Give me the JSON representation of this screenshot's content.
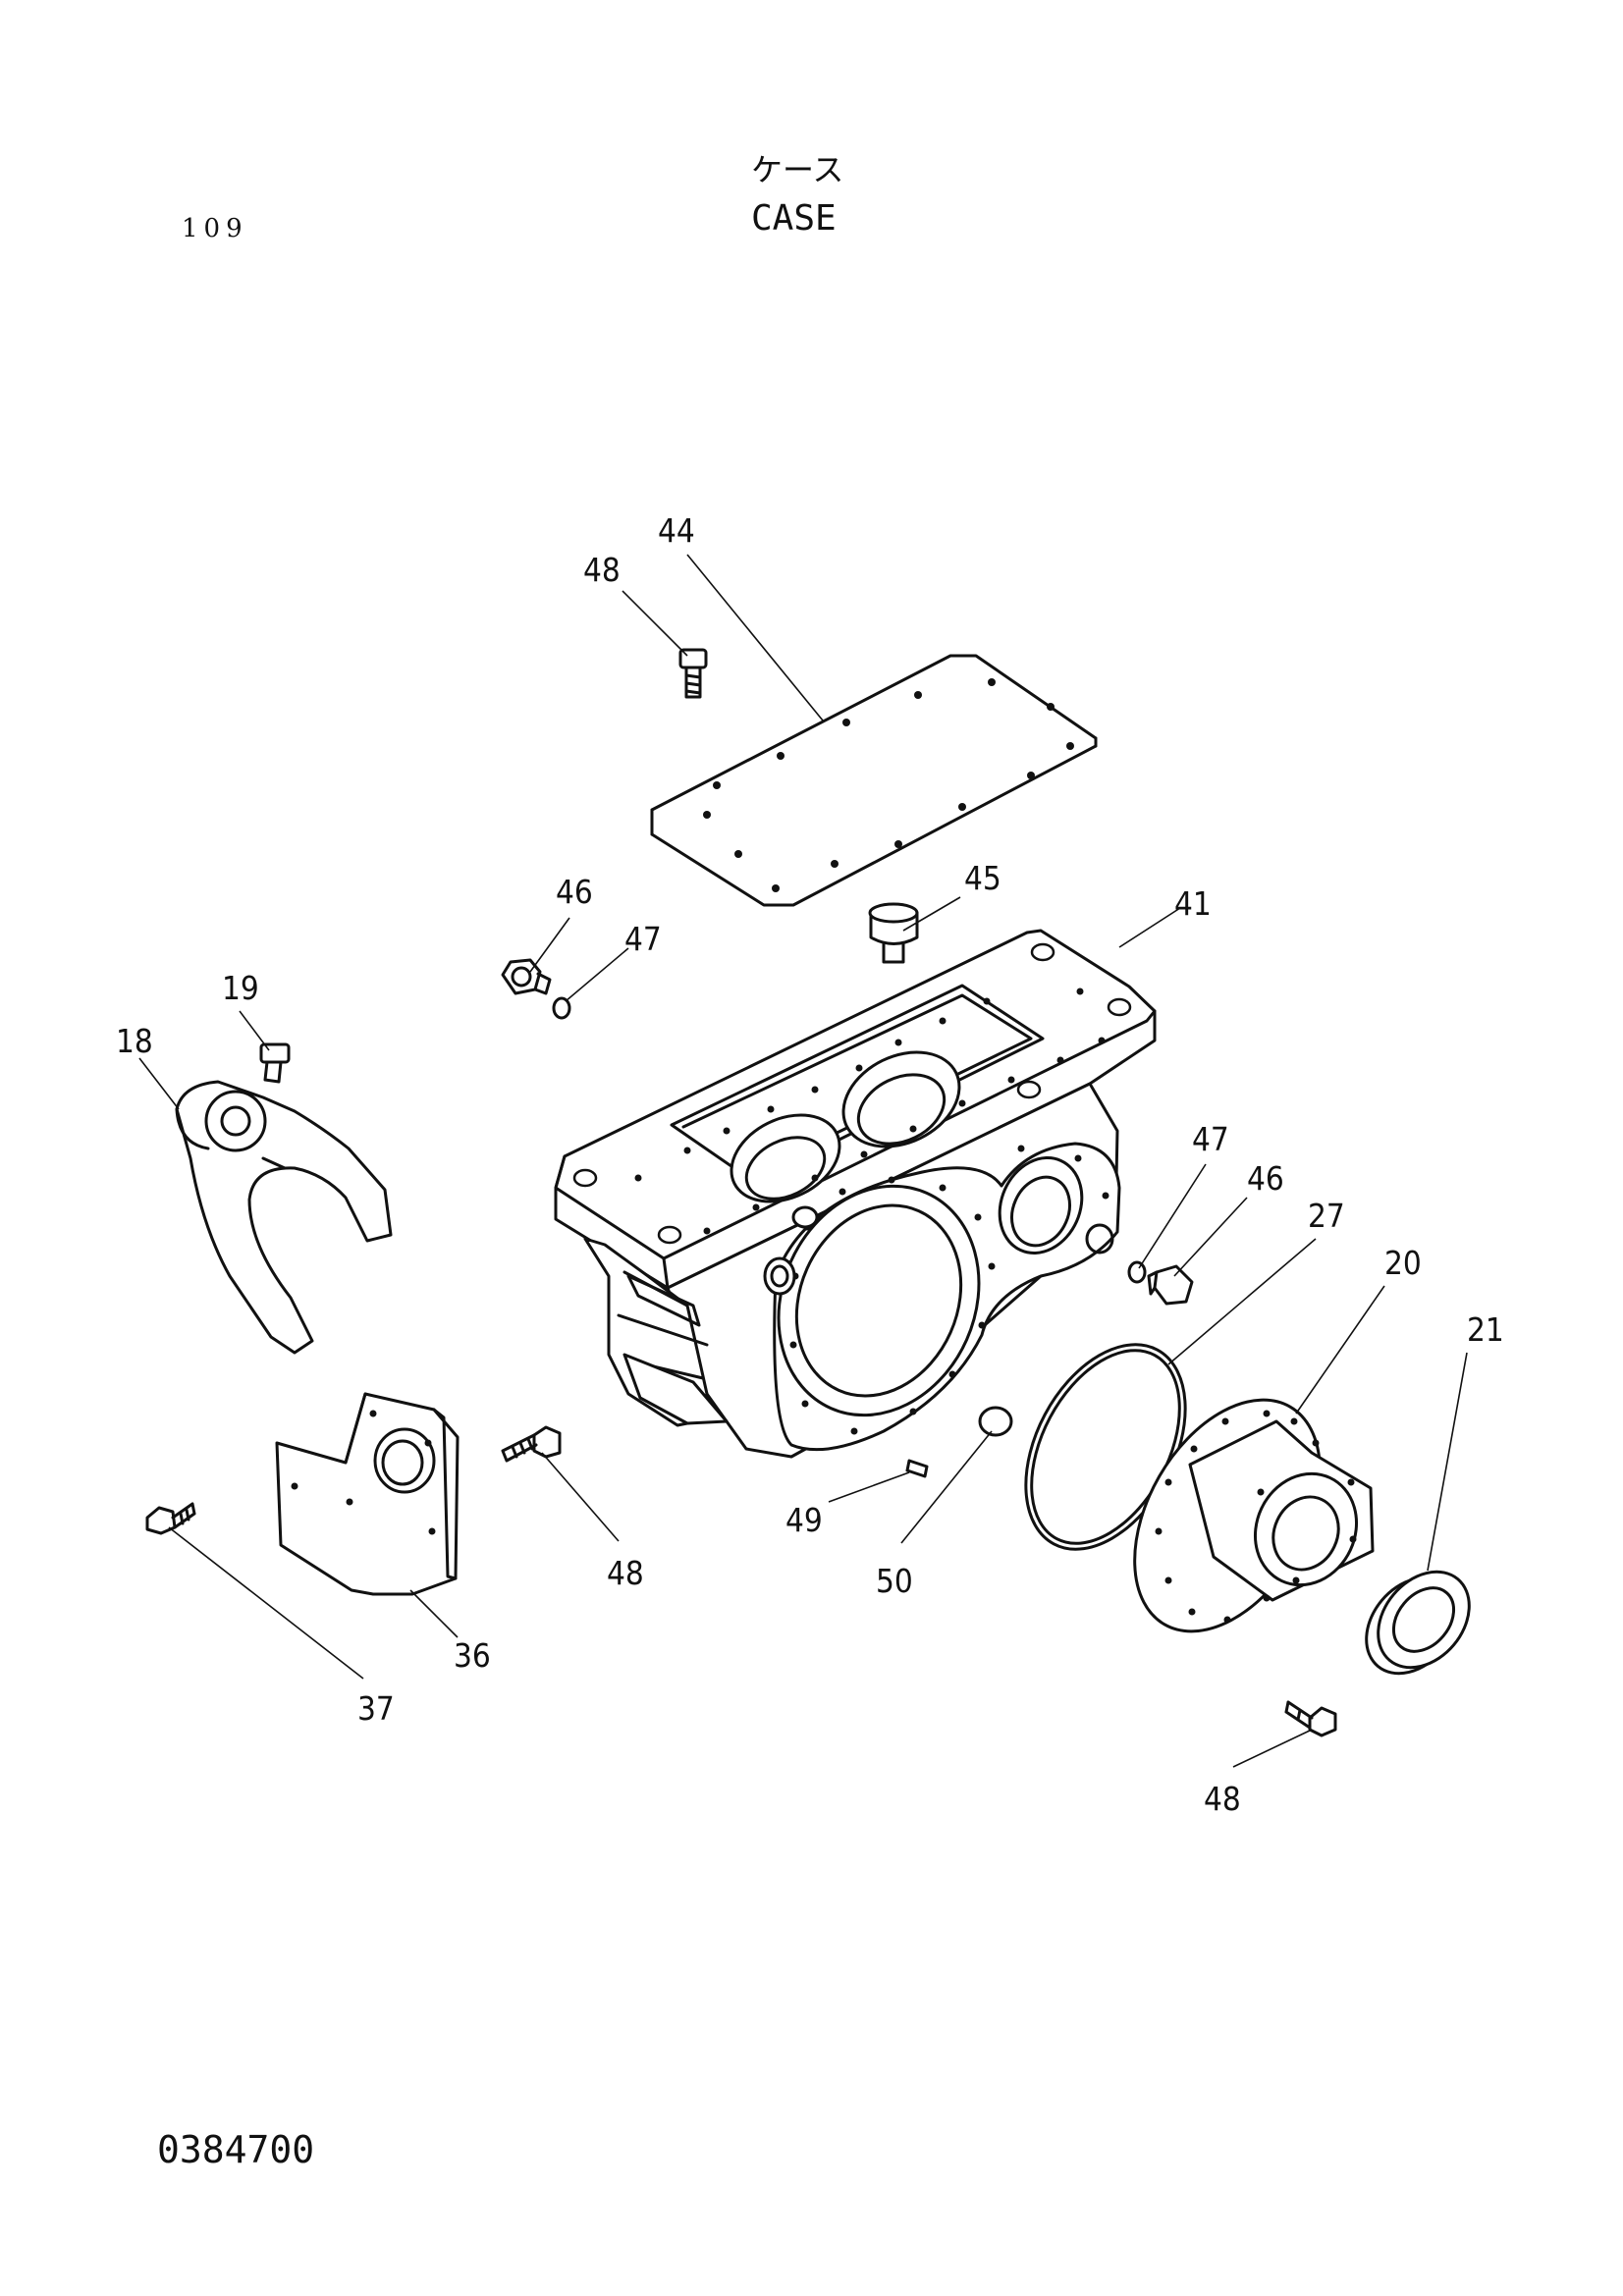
{
  "header": {
    "page_number": "109",
    "title_jp": "ケース",
    "title_en": "CASE"
  },
  "callouts": {
    "c44": "44",
    "c48_top": "48",
    "c45": "45",
    "c41": "41",
    "c46_left": "46",
    "c47_left": "47",
    "c19": "19",
    "c18": "18",
    "c47_right": "47",
    "c46_right": "46",
    "c27": "27",
    "c20": "20",
    "c21": "21",
    "c48_mid": "48",
    "c49": "49",
    "c50": "50",
    "c36": "36",
    "c37": "37",
    "c48_bottom": "48"
  },
  "footer": {
    "doc_code": "0384700"
  }
}
